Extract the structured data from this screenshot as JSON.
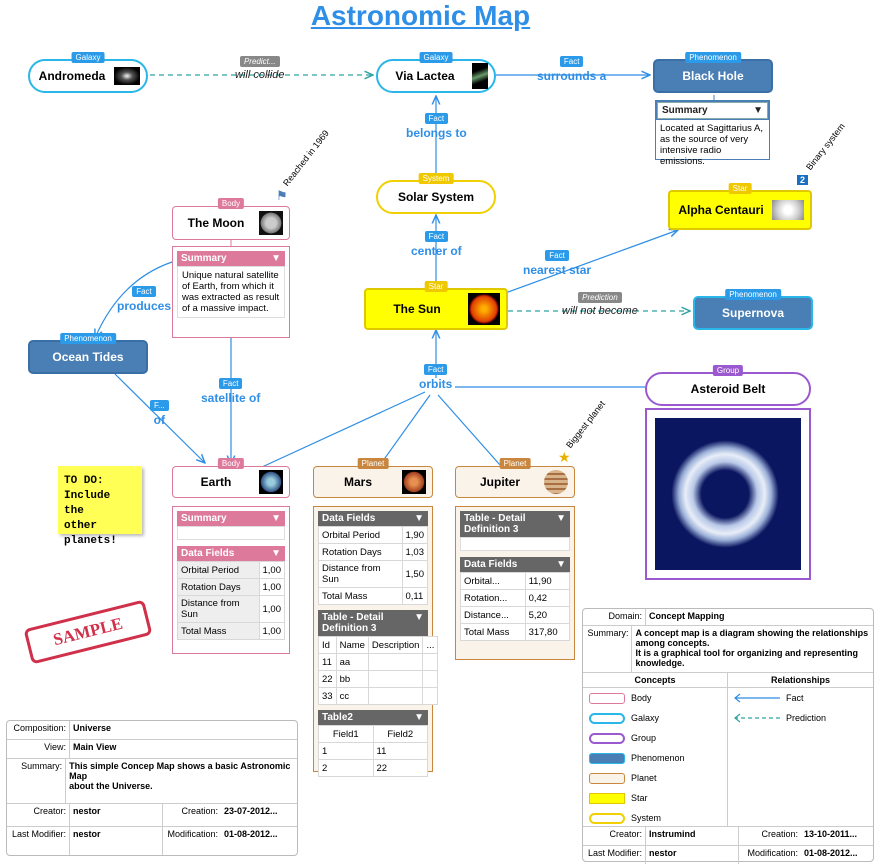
{
  "title": "Astronomic Map",
  "nodes": {
    "andromeda": {
      "label": "Andromeda",
      "type": "Galaxy"
    },
    "via_lactea": {
      "label": "Via Lactea",
      "type": "Galaxy"
    },
    "black_hole": {
      "label": "Black Hole",
      "type": "Phenomenon"
    },
    "solar_system": {
      "label": "Solar System",
      "type": "System"
    },
    "alpha_centauri": {
      "label": "Alpha Centauri",
      "type": "Star",
      "badge": "2",
      "note": "Binary system"
    },
    "the_moon": {
      "label": "The Moon",
      "type": "Body",
      "note": "Reached in 1969"
    },
    "the_sun": {
      "label": "The Sun",
      "type": "Star"
    },
    "supernova": {
      "label": "Supernova",
      "type": "Phenomenon"
    },
    "ocean_tides": {
      "label": "Ocean Tides",
      "type": "Phenomenon"
    },
    "asteroid_belt": {
      "label": "Asteroid Belt",
      "type": "Group"
    },
    "earth": {
      "label": "Earth",
      "type": "Body"
    },
    "mars": {
      "label": "Mars",
      "type": "Planet"
    },
    "jupiter": {
      "label": "Jupiter",
      "type": "Planet",
      "note": "Biggest planet"
    }
  },
  "relations": {
    "will_collide": {
      "badge": "Predict...",
      "label": "will collide"
    },
    "surrounds_a": {
      "badge": "Fact",
      "label": "surrounds a"
    },
    "belongs_to": {
      "badge": "Fact",
      "label": "belongs to"
    },
    "center_of": {
      "badge": "Fact",
      "label": "center of"
    },
    "nearest_star": {
      "badge": "Fact",
      "label": "nearest star"
    },
    "will_not_become": {
      "badge": "Prediction",
      "label": "will not become"
    },
    "produces": {
      "badge": "Fact",
      "label": "produces"
    },
    "satellite_of": {
      "badge": "Fact",
      "label": "satellite of"
    },
    "of": {
      "badge": "F...",
      "label": "of"
    },
    "orbits": {
      "badge": "Fact",
      "label": "orbits"
    }
  },
  "black_hole_summary": {
    "header": "Summary",
    "text": "Located at Sagittarius A, as the source of very intensive radio emissions."
  },
  "moon_summary": {
    "header": "Summary",
    "text": "Unique natural satellite of Earth, from which it was extracted as result of a massive impact."
  },
  "earth_panel": {
    "summary_header": "Summary",
    "fields_header": "Data Fields",
    "fields": [
      [
        "Orbital Period",
        "1,00"
      ],
      [
        "Rotation Days",
        "1,00"
      ],
      [
        "Distance from Sun",
        "1,00"
      ],
      [
        "Total Mass",
        "1,00"
      ]
    ]
  },
  "mars_panel": {
    "fields_header": "Data Fields",
    "fields": [
      [
        "Orbital Period",
        "1,90"
      ],
      [
        "Rotation Days",
        "1,03"
      ],
      [
        "Distance from Sun",
        "1,50"
      ],
      [
        "Total Mass",
        "0,11"
      ]
    ],
    "table_header": "Table - Detail Definition 3",
    "table_cols": [
      "Id",
      "Name",
      "Description",
      "..."
    ],
    "table_rows": [
      [
        "11",
        "aa",
        "",
        ""
      ],
      [
        "22",
        "bb",
        "",
        ""
      ],
      [
        "33",
        "cc",
        "",
        ""
      ]
    ],
    "table2_header": "Table2",
    "table2_cols": [
      "Field1",
      "Field2"
    ],
    "table2_rows": [
      [
        "1",
        "11"
      ],
      [
        "2",
        "22"
      ]
    ]
  },
  "jupiter_panel": {
    "table_header": "Table - Detail Definition 3",
    "fields_header": "Data Fields",
    "fields": [
      [
        "Orbital...",
        "11,90"
      ],
      [
        "Rotation...",
        "0,42"
      ],
      [
        "Distance...",
        "5,20"
      ],
      [
        "Total Mass",
        "317,80"
      ]
    ]
  },
  "todo_note": {
    "line1": "TO DO:",
    "line2": "Include the",
    "line3": "other planets!"
  },
  "sample_stamp": "SAMPLE",
  "composition_info": {
    "composition_label": "Composition:",
    "composition": "Universe",
    "view_label": "View:",
    "view": "Main View",
    "summary_label": "Summary:",
    "summary_line1": "This simple Concep Map shows a basic Astronomic Map",
    "summary_line2": "about the Universe.",
    "creator_label": "Creator:",
    "creator": "nestor",
    "creation_label": "Creation:",
    "creation": "23-07-2012...",
    "modifier_label": "Last Modifier:",
    "modifier": "nestor",
    "modification_label": "Modification:",
    "modification": "01-08-2012..."
  },
  "domain_info": {
    "domain_label": "Domain:",
    "domain": "Concept Mapping",
    "summary_label": "Summary:",
    "summary_line1": "A concept map is a diagram showing the relationships among concepts.",
    "summary_line2": "It is a graphical tool for organizing and representing knowledge.",
    "concepts_header": "Concepts",
    "relationships_header": "Relationships",
    "concepts": [
      "Body",
      "Galaxy",
      "Group",
      "Phenomenon",
      "Planet",
      "Star",
      "System"
    ],
    "relationships": [
      "Fact",
      "Prediction"
    ],
    "creator_label": "Creator:",
    "creator": "Instrumind",
    "creation_label": "Creation:",
    "creation": "13-10-2011...",
    "modifier_label": "Last Modifier:",
    "modifier": "nestor",
    "modification_label": "Modification:",
    "modification": "01-08-2012..."
  },
  "colors": {
    "fact": "#2f8ee5",
    "galaxy": "#29b6e8",
    "star": "#ffff00",
    "phenomenon": "#4a7fb5",
    "body": "#dd7a9c",
    "planet": "#c8863f",
    "group": "#9b59d0",
    "system": "#f0d000"
  }
}
